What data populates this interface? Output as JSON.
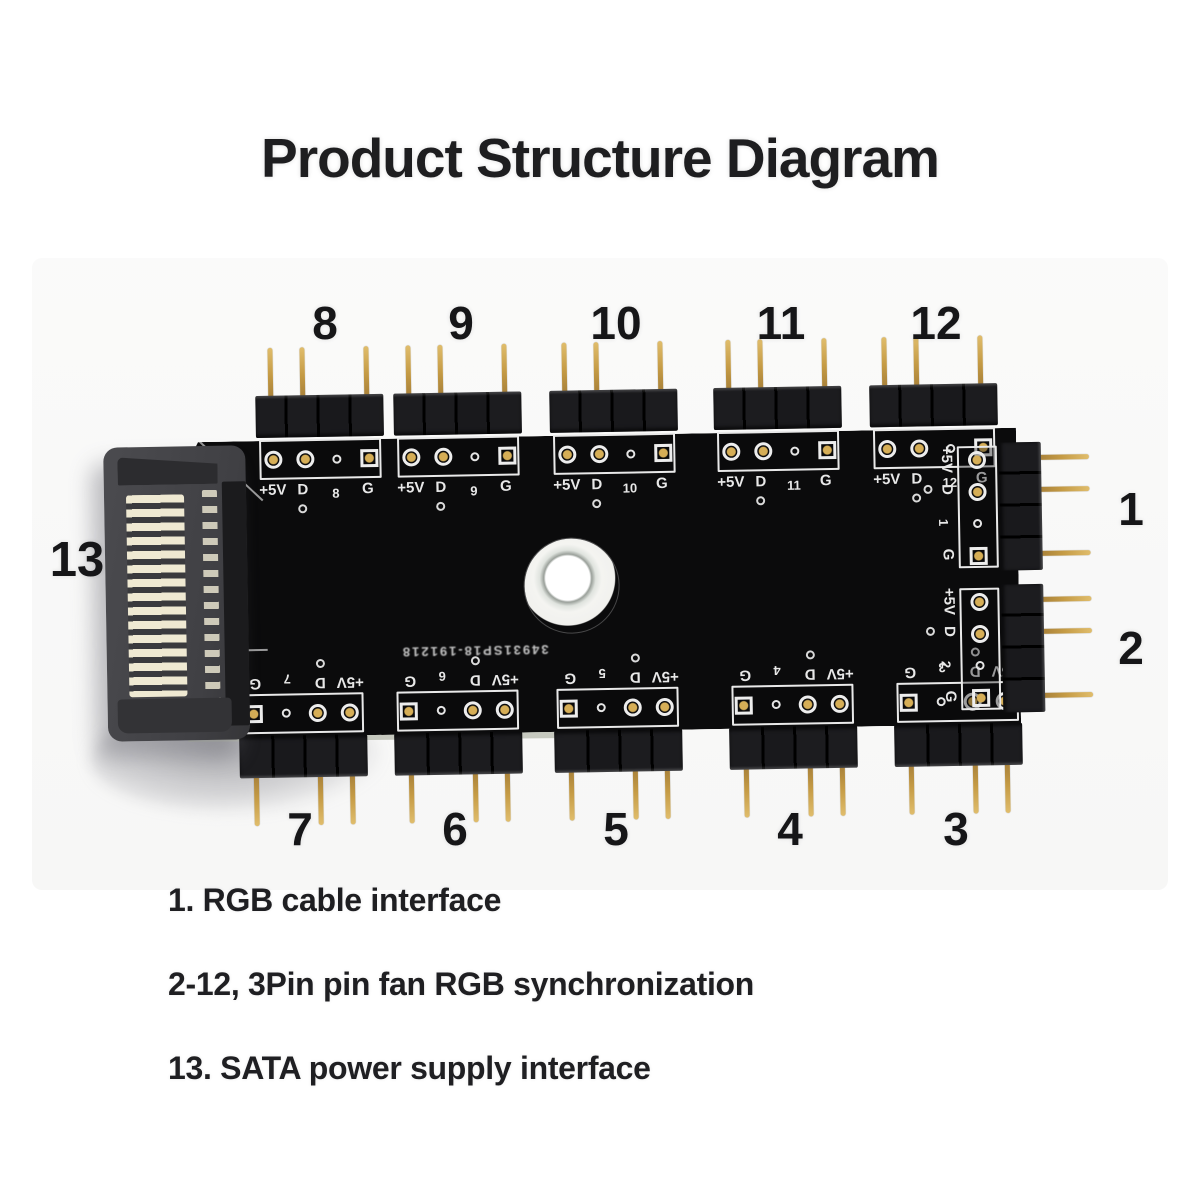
{
  "title": "Product Structure Diagram",
  "silkscreen": {
    "power": "+5V",
    "data": "D",
    "ground": "G",
    "serial": "34931SP18-191218"
  },
  "ports": {
    "top": [
      "8",
      "9",
      "10",
      "11",
      "12"
    ],
    "bottom": [
      "7",
      "6",
      "5",
      "4",
      "3"
    ],
    "right": [
      "1",
      "2"
    ],
    "sata": "13"
  },
  "legend": [
    "1. RGB cable interface",
    "2-12, 3Pin pin fan RGB synchronization",
    "13. SATA power supply interface"
  ],
  "colors": {
    "background": "#ffffff",
    "pcb": "#0b0b0c",
    "silkscreen": "#e9e9e9",
    "pin_gold": "#c8a24b",
    "sata_body": "#47474b",
    "sata_contacts": "#eae4cd",
    "text": "#1d1d1f"
  }
}
